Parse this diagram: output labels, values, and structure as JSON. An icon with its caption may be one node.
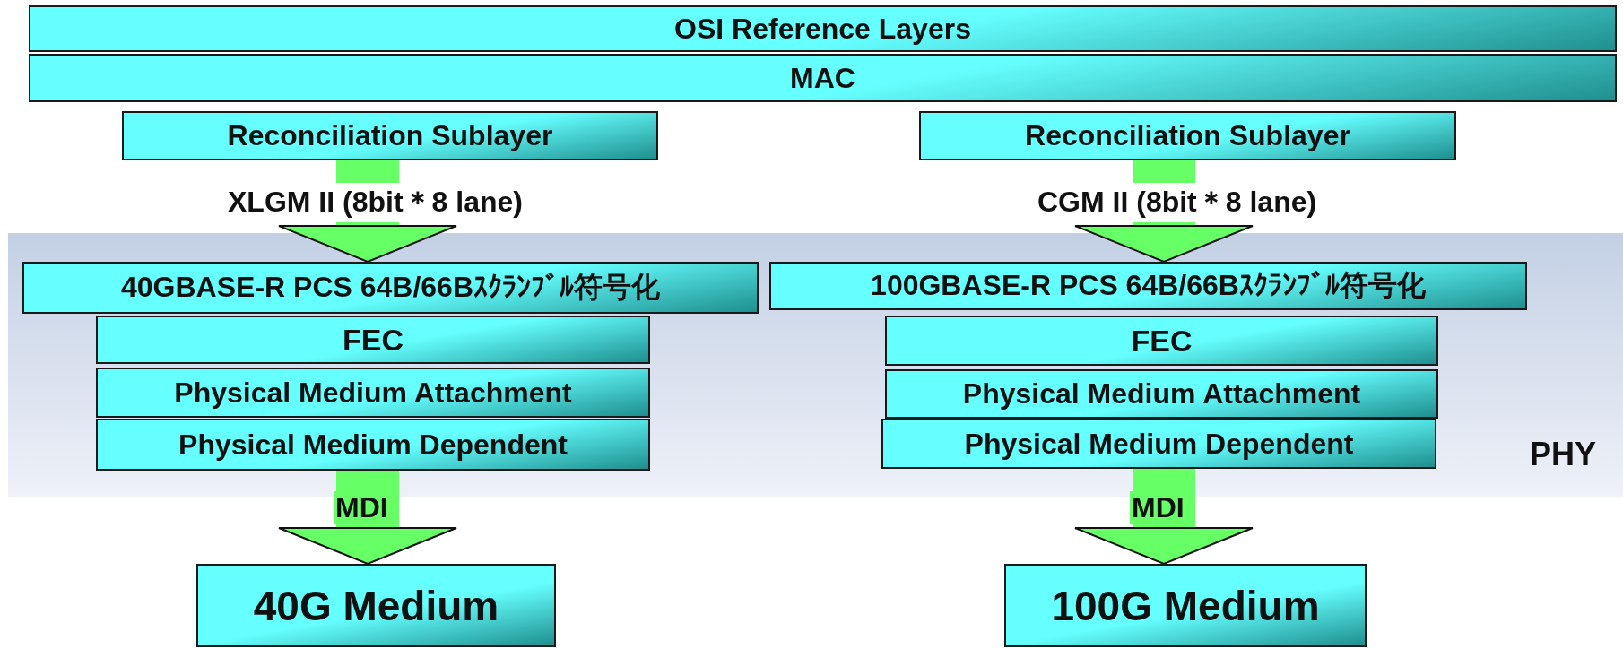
{
  "diagram": {
    "nodes": [
      {
        "text": [
          "OSI Reference Layers"
        ]
      },
      {
        "text": [
          "MAC"
        ]
      },
      {
        "text": [
          "Reconciliation Sublayer"
        ]
      },
      {
        "text": [
          "Reconciliation Sublayer"
        ]
      },
      {
        "text": [
          "PHY"
        ]
      },
      {
        "text": [
          "40GBASE-R PCS 64B/66Bｽｸﾗﾝﾌﾞﾙ符号化"
        ],
        "in": 4
      },
      {
        "text": [
          "FEC"
        ],
        "in": 4
      },
      {
        "text": [
          "Physical Medium Attachment"
        ],
        "in": 4
      },
      {
        "text": [
          "Physical Medium Dependent"
        ],
        "in": 4
      },
      {
        "text": [
          "100GBASE-R PCS 64B/66Bｽｸﾗﾝﾌﾞﾙ符号化"
        ],
        "in": 4
      },
      {
        "text": [
          "FEC"
        ],
        "in": 4
      },
      {
        "text": [
          "Physical Medium Attachment"
        ],
        "in": 4
      },
      {
        "text": [
          "Physical Medium Dependent"
        ],
        "in": 4
      },
      {
        "text": [
          "40G Medium"
        ]
      },
      {
        "text": [
          "100G Medium"
        ]
      }
    ],
    "edges": [
      {
        "from": 2,
        "to": 5,
        "arrow": "to",
        "label": "XLGM II (8bit＊8 lane)"
      },
      {
        "from": 3,
        "to": 9,
        "arrow": "to",
        "label": "CGM II (8bit＊8 lane)"
      },
      {
        "from": 8,
        "to": 13,
        "arrow": "to",
        "label": "MDI"
      },
      {
        "from": 12,
        "to": 14,
        "arrow": "to",
        "label": "MDI"
      }
    ]
  }
}
